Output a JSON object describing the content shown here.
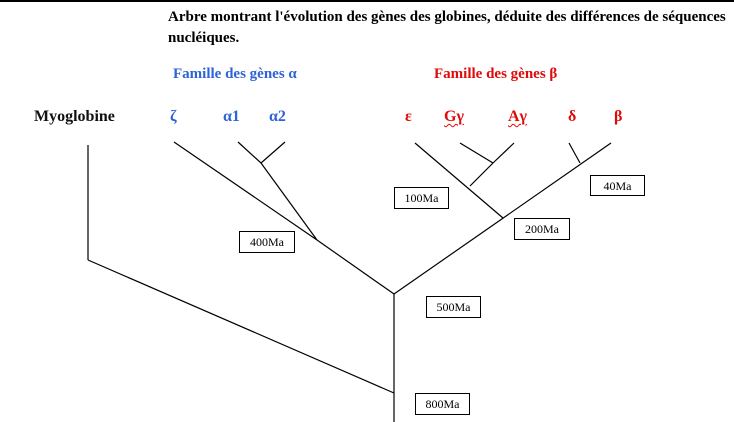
{
  "title": "Arbre montrant l'évolution des gènes des globines, déduite des différences de séquences nucléiques.",
  "families": {
    "alpha": {
      "label": "Famille des gènes α",
      "color": "#2e63d6"
    },
    "beta": {
      "label": "Famille des gènes β",
      "color": "#e00a0a"
    }
  },
  "leaves": {
    "myoglobine": "Myoglobine",
    "zeta": "ζ",
    "alpha1": "α1",
    "alpha2": "α2",
    "epsilon": "ε",
    "g_gamma": "Gγ",
    "a_gamma": "Aγ",
    "delta": "δ",
    "beta": "β"
  },
  "divergence_times": {
    "t100": "100Ma",
    "t40": "40Ma",
    "t200": "200Ma",
    "t400": "400Ma",
    "t500": "500Ma",
    "t800": "800Ma"
  }
}
